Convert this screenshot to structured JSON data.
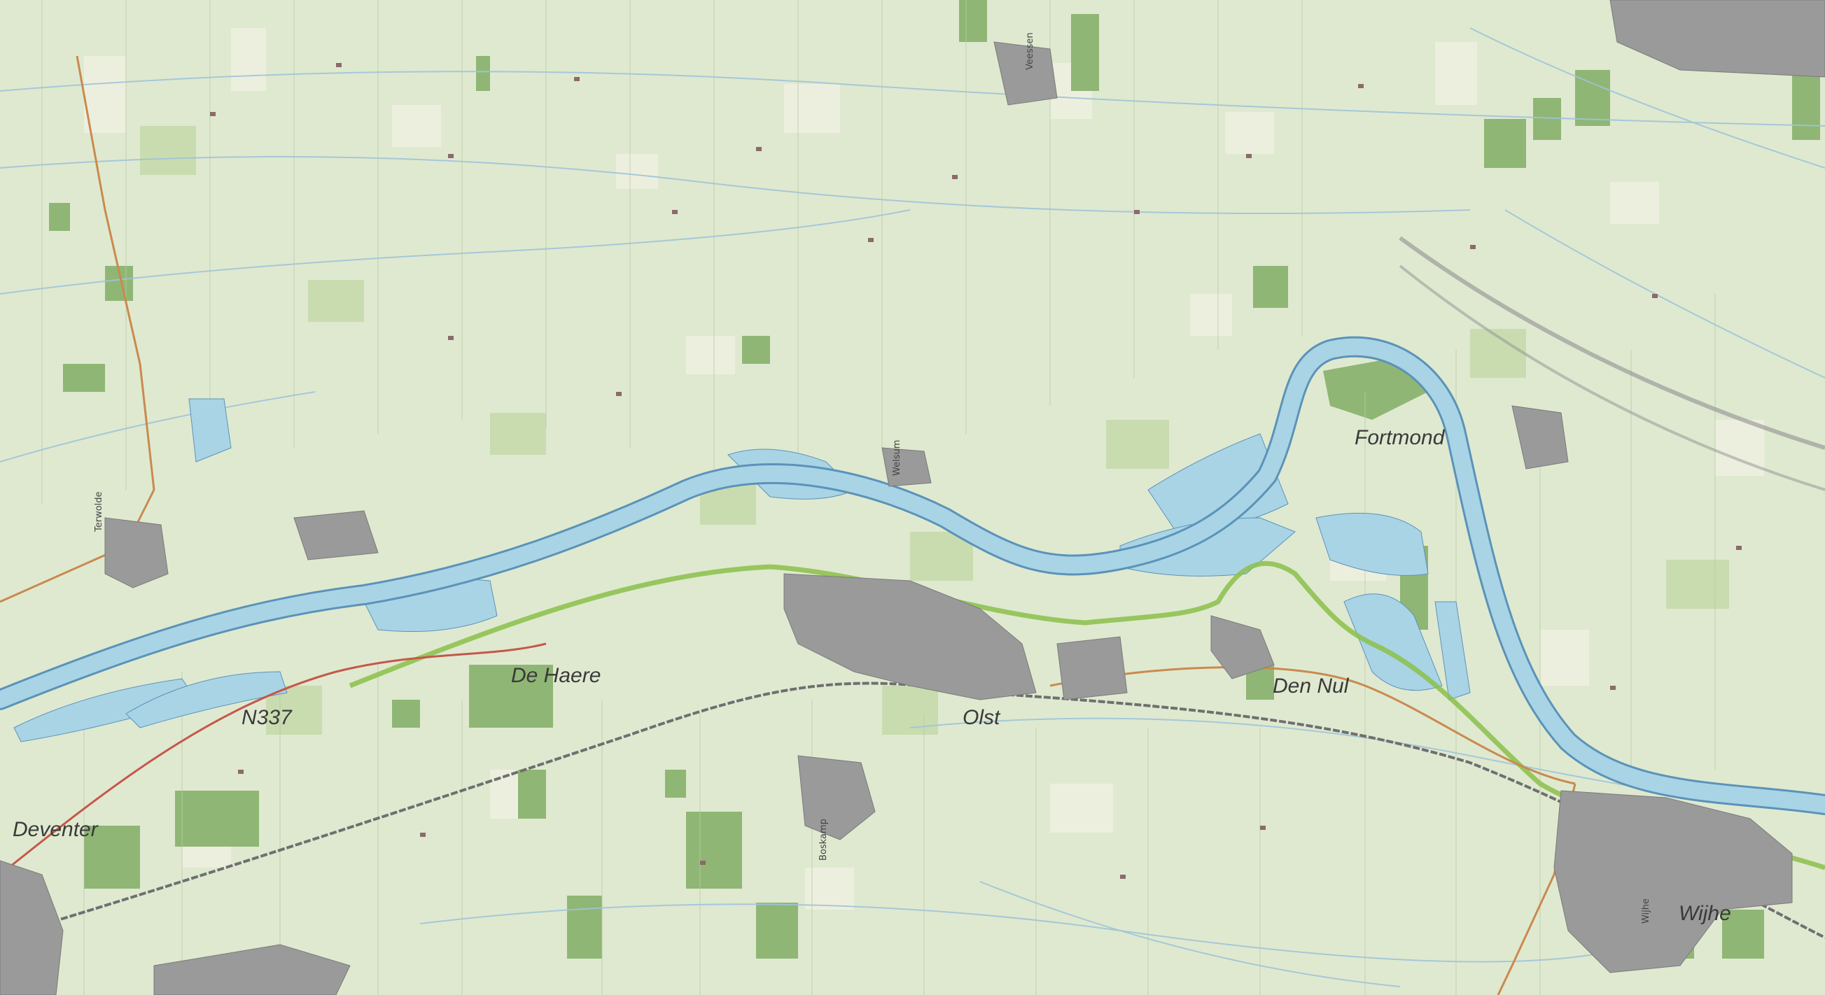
{
  "map": {
    "colors": {
      "land": "#dfe9d0",
      "field_light": "#eef0df",
      "forest": "#8fb675",
      "grass": "#c9dcb0",
      "water": "#a9d4e6",
      "water_edge": "#5b93b8",
      "built": "#9a9a9a",
      "built_dark": "#7a7a7a",
      "road": "#c98a4f",
      "road_red": "#c4584a",
      "rail": "#6f6f6f",
      "green_route": "#8cc04a",
      "ditch": "#9fc4d8"
    },
    "labels": {
      "deventer": "Deventer",
      "de_haere": "De Haere",
      "n337": "N337",
      "olst": "Olst",
      "den_nul": "Den Nul",
      "fortmond": "Fortmond",
      "wijhe": "Wijhe"
    },
    "street_labels": {
      "terwolde": "Terwolde",
      "boskamp": "Boskamp",
      "welsum": "Welsum",
      "veessen": "Veessen",
      "wijhe_street": "Wijhe"
    }
  }
}
